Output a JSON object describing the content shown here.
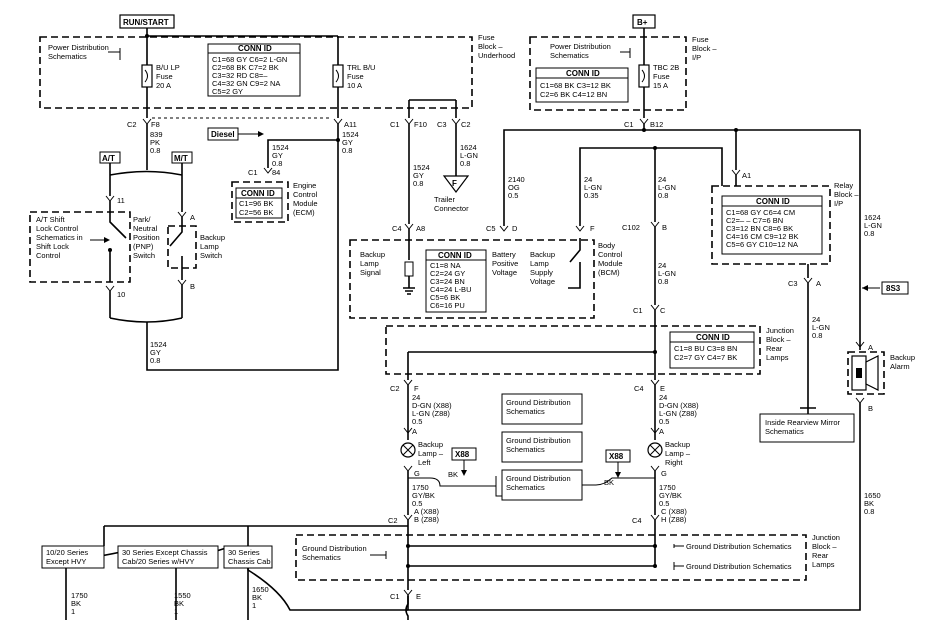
{
  "top_labels": {
    "run_start": "RUN/START",
    "b_plus": "B+"
  },
  "fuse_block_underhood": {
    "psd_label": [
      "Power Distribution",
      "Schematics"
    ],
    "block_label": [
      "Fuse",
      "Block –",
      "Underhood"
    ],
    "conn_id_title": "CONN ID",
    "conn_id_rows": [
      "C1=68 GY   C6=2 L-GN",
      "C2=68 BK   C7=2 BK",
      "C3=32 RD   C8=–",
      "C4=32 GN   C9=2 NA",
      "C5=2 GY"
    ],
    "fuse1": [
      "B/U LP",
      "Fuse",
      "20 A"
    ],
    "fuse2": [
      "TRL B/U",
      "Fuse",
      "10 A"
    ]
  },
  "fuse_block_ip": {
    "psd_label": [
      "Power Distribution",
      "Schematics"
    ],
    "block_label": [
      "Fuse",
      "Block –",
      "I/P"
    ],
    "conn_id_title": "CONN ID",
    "conn_id_rows": [
      "C1=68 BK   C3=12 BK",
      "C2=6 BK    C4=12 BN"
    ],
    "fuse": [
      "TBC 2B",
      "Fuse",
      "15 A"
    ]
  },
  "connectors": {
    "c2_f8": [
      "C2",
      "F8"
    ],
    "c1_a11": [
      "A11"
    ],
    "c1_f10": [
      "C1",
      "F10"
    ],
    "c3_c2": [
      "C3",
      "C2"
    ],
    "c1_b12": [
      "C1",
      "B12"
    ],
    "c1_84": [
      "C1",
      "84"
    ],
    "c4_a8": [
      "C4",
      "A8"
    ],
    "c5_d": [
      "C5",
      "D"
    ],
    "f": "F",
    "c102": "C102",
    "b": "B",
    "c1_c": [
      "C1",
      "C"
    ],
    "a1": "A1",
    "c3_a": [
      "C3",
      "A"
    ],
    "c2_f": [
      "C2",
      "F"
    ],
    "c4_e": [
      "C4",
      "E"
    ],
    "g_left": "G",
    "g_right": "G",
    "c2_ab": [
      "C2",
      "A (X88)",
      "B (Z88)"
    ],
    "c4_ch": [
      "C4",
      "C (X88)",
      "H (Z88)"
    ],
    "c1_e": [
      "C1",
      "E"
    ],
    "a_left": "A",
    "a_right": "A",
    "a_alarm": "A",
    "b_alarm": "B",
    "a_backup": "A",
    "b_backup": "B"
  },
  "wires": {
    "w839": [
      "839",
      "PK",
      "0.8"
    ],
    "w1524_a": [
      "1524",
      "GY",
      "0.8"
    ],
    "w1524_ecm": [
      "1524",
      "GY",
      "0.8"
    ],
    "w1624_trl": [
      "1624",
      "L-GN",
      "0.8"
    ],
    "w1524_b": [
      "1524",
      "GY",
      "0.8"
    ],
    "w2140": [
      "2140",
      "OG",
      "0.5"
    ],
    "w24_035": [
      "24",
      "L-GN",
      "0.35"
    ],
    "w24_08a": [
      "24",
      "L-GN",
      "0.8"
    ],
    "w24_08b": [
      "24",
      "L-GN",
      "0.8"
    ],
    "w24_08c": [
      "24",
      "L-GN",
      "0.8"
    ],
    "w1624_right": [
      "1624",
      "L-GN",
      "0.8"
    ],
    "w1524_bottom": [
      "1524",
      "GY",
      "0.8"
    ],
    "w24_left": [
      "24",
      "D-GN (X88)",
      "L-GN (Z88)",
      "0.5"
    ],
    "w24_right": [
      "24",
      "D-GN (X88)",
      "L-GN (Z88)",
      "0.5"
    ],
    "w1750_left": [
      "1750",
      "GY/BK",
      "0.5"
    ],
    "w1750_right": [
      "1750",
      "GY/BK",
      "0.5"
    ],
    "w1650_right": [
      "1650",
      "BK",
      "0.8"
    ],
    "w1750_bottom": [
      "1750",
      "BK",
      "1"
    ],
    "w1550_bottom": [
      "1550",
      "BK",
      "1"
    ],
    "w1650_bottom": [
      "1650",
      "BK",
      "1"
    ],
    "bk_left": "BK",
    "bk_right": "BK"
  },
  "diesel": "Diesel",
  "ecm": {
    "conn_title": "CONN ID",
    "rows": [
      "C1=96 BK",
      "C2=56 BK"
    ],
    "label": [
      "Engine",
      "Control",
      "Module",
      "(ECM)"
    ]
  },
  "trailer": [
    "Trailer",
    "Connector"
  ],
  "at_mt": {
    "at": "A/T",
    "mt": "M/T"
  },
  "pnp": {
    "shift_lock": [
      "A/T Shift",
      "Lock Control",
      "Schematics in",
      "Shift Lock",
      "Control"
    ],
    "label": [
      "Park/",
      "Neutral",
      "Position",
      "(PNP)",
      "Switch"
    ],
    "pin11": "11",
    "pin10": "10"
  },
  "backup_switch": [
    "Backup",
    "Lamp",
    "Switch"
  ],
  "bcm": {
    "conn_title": "CONN ID",
    "rows": [
      "C1=8 NA",
      "C2=24 GY",
      "C3=24 BN",
      "C4=24 L-BU",
      "C5=6 BK",
      "C6=16 PU"
    ],
    "backup_signal": [
      "Backup",
      "Lamp",
      "Signal"
    ],
    "battery": [
      "Battery",
      "Positive",
      "Voltage"
    ],
    "supply": [
      "Backup",
      "Lamp",
      "Supply",
      "Voltage"
    ],
    "label": [
      "Body",
      "Control",
      "Module",
      "(BCM)"
    ]
  },
  "relay_block": {
    "conn_title": "CONN ID",
    "rows": [
      "C1=68 GY   C6=4 CM",
      "C2=–  –    C7=6 BN",
      "C3=12 BN   C8=6 BK",
      "C4=16 CM   C9=12 BK",
      "C5=6 GY    C10=12 NA"
    ],
    "label": [
      "Relay",
      "Block –",
      "I/P"
    ]
  },
  "ref_8s3": "8S3",
  "junction_rear": {
    "conn_title": "CONN ID",
    "rows": [
      "C1=8 BU   C3=8 BN",
      "C2=7 GY   C4=7 BK"
    ],
    "label": [
      "Junction",
      "Block –",
      "Rear",
      "Lamps"
    ]
  },
  "backup_alarm": [
    "Backup",
    "Alarm"
  ],
  "mirror": [
    "Inside Rearview Mirror",
    "Schematics"
  ],
  "gnd_boxes": [
    [
      "Ground Distribution",
      "Schematics"
    ],
    [
      "Ground Distribution",
      "Schematics"
    ],
    [
      "Ground Distribution",
      "Schematics"
    ]
  ],
  "x88_left": "X88",
  "x88_right": "X88",
  "lamp_left": [
    "Backup",
    "Lamp –",
    "Left"
  ],
  "lamp_right": [
    "Backup",
    "Lamp –",
    "Right"
  ],
  "junction_bottom": {
    "left": [
      "Ground Distribution",
      "Schematics"
    ],
    "right1": "Ground Distribution Schematics",
    "right2": "Ground Distribution Schematics",
    "label": [
      "Junction",
      "Block –",
      "Rear",
      "Lamps"
    ]
  },
  "series": {
    "s1": [
      "10/20 Series",
      "Except HVY"
    ],
    "s2": [
      "30 Series Except Chassis",
      "Cab/20 Series w/HVY"
    ],
    "s3": [
      "30 Series",
      "Chassis Cab"
    ]
  }
}
